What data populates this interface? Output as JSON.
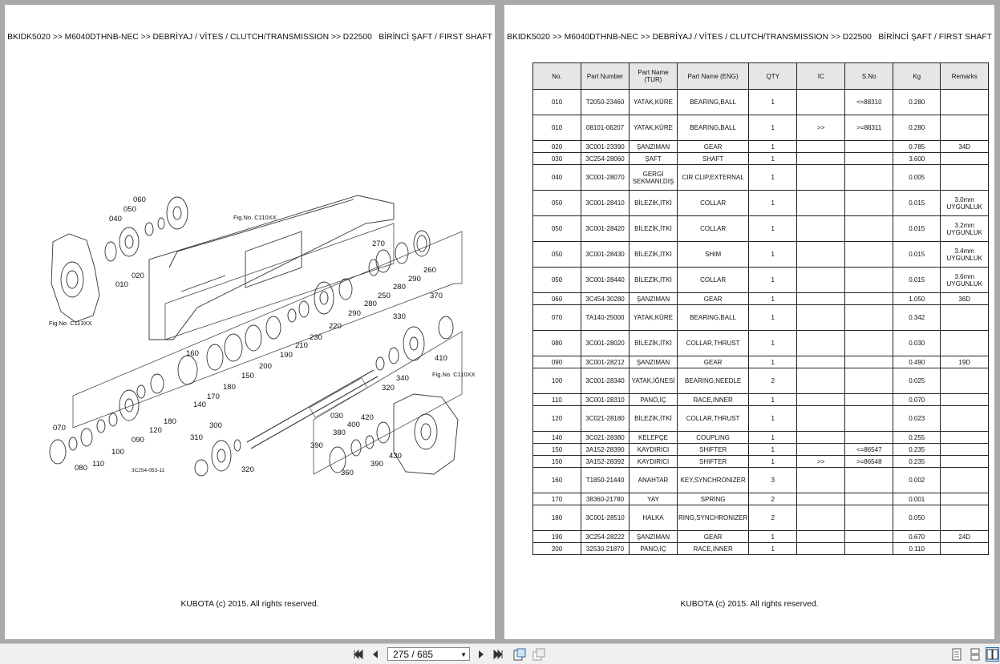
{
  "left_page": {
    "header": "BKIDK5020 >> M6040DTHNB-NEC >> DEBRİYAJ / VİTES / CLUTCH/TRANSMISSION >> D22500   BİRİNCİ ŞAFT / FIRST SHAFT",
    "footer": "KUBOTA (c) 2015. All rights reserved.",
    "diagram": {
      "callouts": [
        "060",
        "040",
        "050",
        "020",
        "010",
        "270",
        "260",
        "290",
        "250",
        "280",
        "370",
        "290",
        "280",
        "220",
        "330",
        "230",
        "210",
        "410",
        "190",
        "200",
        "160",
        "150",
        "340",
        "320",
        "170",
        "180",
        "140",
        "030",
        "120",
        "180",
        "090",
        "070",
        "100",
        "110",
        "080",
        "300",
        "310",
        "320",
        "380",
        "420",
        "400",
        "390",
        "430",
        "390",
        "360"
      ],
      "fig_refs": [
        "Fig.No.\nC110XX",
        "Fig.No.\nC113XX",
        "Fig.No.\nC110XX"
      ],
      "drawing_code": "3C254-053-11"
    }
  },
  "right_page": {
    "header": "BKIDK5020 >> M6040DTHNB-NEC >> DEBRİYAJ / VİTES / CLUTCH/TRANSMISSION >> D22500   BİRİNCİ ŞAFT / FIRST SHAFT",
    "footer": "KUBOTA (c) 2015. All rights reserved.",
    "table": {
      "columns": [
        "No.",
        "Part Number",
        "Part Name (TUR)",
        "Part Name (ENG)",
        "QTY",
        "IC",
        "S.No",
        "Kg",
        "Remarks"
      ],
      "rows": [
        [
          "010",
          "T2050-23460",
          "YATAK,KÜRE",
          "BEARING,BALL",
          "1",
          "",
          "<=88310",
          "0.280",
          ""
        ],
        [
          "010",
          "08101-06207",
          "YATAK,KÜRE",
          "BEARING,BALL",
          "1",
          ">>",
          ">=88311",
          "0.280",
          ""
        ],
        [
          "020",
          "3C001-23390",
          "ŞANZIMAN",
          "GEAR",
          "1",
          "",
          "",
          "0.785",
          "34D"
        ],
        [
          "030",
          "3C254-28060",
          "ŞAFT",
          "SHAFT",
          "1",
          "",
          "",
          "3.600",
          ""
        ],
        [
          "040",
          "3C001-28070",
          "GERGİ SEKMANI,DIŞ",
          "CIR CLIP,EXTERNAL",
          "1",
          "",
          "",
          "0.005",
          ""
        ],
        [
          "050",
          "3C001-28410",
          "BİLEZİK,İTKİ",
          "COLLAR",
          "1",
          "",
          "",
          "0.015",
          "3.0mm UYGUNLUK"
        ],
        [
          "050",
          "3C001-28420",
          "BİLEZİK,İTKİ",
          "COLLAR",
          "1",
          "",
          "",
          "0.015",
          "3.2mm UYGUNLUK"
        ],
        [
          "050",
          "3C001-28430",
          "BİLEZİK,İTKİ",
          "SHIM",
          "1",
          "",
          "",
          "0.015",
          "3.4mm UYGUNLUK"
        ],
        [
          "050",
          "3C001-28440",
          "BİLEZİK,İTKİ",
          "COLLAR",
          "1",
          "",
          "",
          "0.015",
          "3.6mm UYGUNLUK"
        ],
        [
          "060",
          "3C454-30280",
          "ŞANZIMAN",
          "GEAR",
          "1",
          "",
          "",
          "1.050",
          "36D"
        ],
        [
          "070",
          "TA140-25000",
          "YATAK,KÜRE",
          "BEARING,BALL",
          "1",
          "",
          "",
          "0.342",
          ""
        ],
        [
          "080",
          "3C001-28020",
          "BİLEZİK,İTKİ",
          "COLLAR,THRUST",
          "1",
          "",
          "",
          "0.030",
          ""
        ],
        [
          "090",
          "3C001-28212",
          "ŞANZIMAN",
          "GEAR",
          "1",
          "",
          "",
          "0.490",
          "19D"
        ],
        [
          "100",
          "3C001-28340",
          "YATAK,İĞNESİ",
          "BEARING,NEEDLE",
          "2",
          "",
          "",
          "0.025",
          ""
        ],
        [
          "110",
          "3C001-28310",
          "PANO,İÇ",
          "RACE,INNER",
          "1",
          "",
          "",
          "0.070",
          ""
        ],
        [
          "120",
          "3C021-28180",
          "BİLEZİK,İTKİ",
          "COLLAR,THRUST",
          "1",
          "",
          "",
          "0.023",
          ""
        ],
        [
          "140",
          "3C021-28380",
          "KELEPÇE",
          "COUPLING",
          "1",
          "",
          "",
          "0.255",
          ""
        ],
        [
          "150",
          "3A152-28390",
          "KAYDIRICI",
          "SHIFTER",
          "1",
          "",
          "<=86547",
          "0.235",
          ""
        ],
        [
          "150",
          "3A152-28392",
          "KAYDIRICI",
          "SHIFTER",
          "1",
          ">>",
          ">=86548",
          "0.235",
          ""
        ],
        [
          "160",
          "T1850-21440",
          "ANAHTAR",
          "KEY,SYNCHRONIZER",
          "3",
          "",
          "",
          "0.002",
          ""
        ],
        [
          "170",
          "38360-21780",
          "YAY",
          "SPRING",
          "2",
          "",
          "",
          "0.001",
          ""
        ],
        [
          "180",
          "3C001-28510",
          "HALKA",
          "RING,SYNCHRONIZER",
          "2",
          "",
          "",
          "0.050",
          ""
        ],
        [
          "190",
          "3C254-28222",
          "ŞANZIMAN",
          "GEAR",
          "1",
          "",
          "",
          "0.670",
          "24D"
        ],
        [
          "200",
          "32530-21870",
          "PANO,İÇ",
          "RACE,INNER",
          "1",
          "",
          "",
          "0.110",
          ""
        ]
      ]
    }
  },
  "toolbar": {
    "page_indicator": "275 / 685",
    "icons": [
      "first-page-icon",
      "prev-page-icon",
      "next-page-icon",
      "last-page-icon",
      "fit-page-icon",
      "fit-width-icon",
      "single-page-view-icon",
      "continuous-view-icon",
      "facing-view-icon"
    ]
  }
}
